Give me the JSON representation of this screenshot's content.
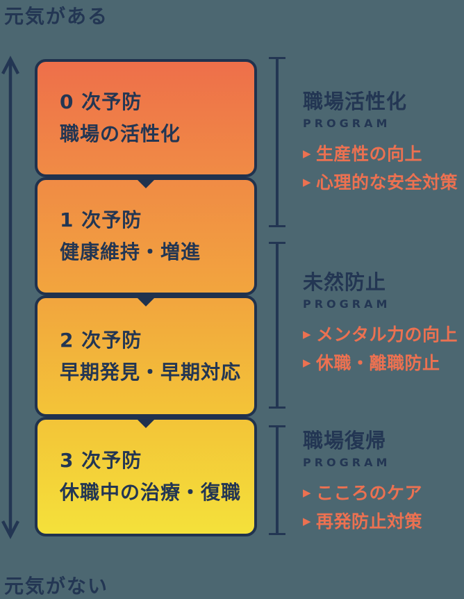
{
  "colors": {
    "background": "#4c6771",
    "navy_text": "#233653",
    "box_border": "#20324e",
    "accent_orange": "#ec7151",
    "gradient_stops": [
      "#ee6f4a",
      "#f08b45",
      "#f2a53e",
      "#f3c438",
      "#f4e13a"
    ]
  },
  "axis": {
    "top_label": "元気がある",
    "bottom_label": "元気がない"
  },
  "icons": {
    "bullet": "▶"
  },
  "levels": [
    {
      "title": "0 次予防",
      "subtitle": "職場の活性化"
    },
    {
      "title": "1 次予防",
      "subtitle": "健康維持・増進"
    },
    {
      "title": "2 次予防",
      "subtitle": "早期発見・早期対応"
    },
    {
      "title": "3 次予防",
      "subtitle": "休職中の治療・復職"
    }
  ],
  "programs": [
    {
      "title": "職場活性化",
      "subtitle": "PROGRAM",
      "items": [
        "生産性の向上",
        "心理的な安全対策"
      ]
    },
    {
      "title": "未然防止",
      "subtitle": "PROGRAM",
      "items": [
        "メンタル力の向上",
        "休職・離職防止"
      ]
    },
    {
      "title": "職場復帰",
      "subtitle": "PROGRAM",
      "items": [
        "こころのケア",
        "再発防止対策"
      ]
    }
  ]
}
